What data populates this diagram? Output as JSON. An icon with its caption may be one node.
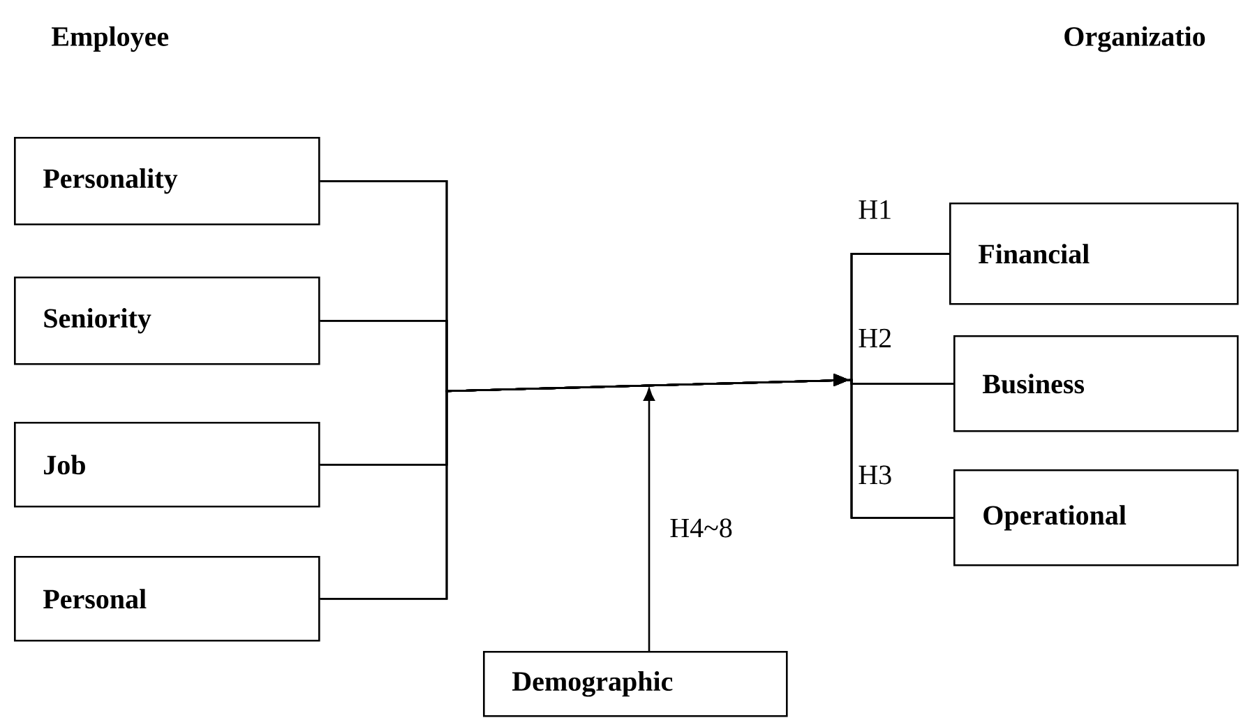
{
  "diagram": {
    "nodes": [
      {
        "text": [
          "Personality"
        ]
      },
      {
        "text": [
          "Seniority"
        ]
      },
      {
        "text": [
          "Job"
        ]
      },
      {
        "text": [
          "Personal"
        ]
      },
      {
        "text": [
          "Financial"
        ]
      },
      {
        "text": [
          "Business"
        ]
      },
      {
        "text": [
          "Operational"
        ]
      },
      {
        "text": [
          "Demographic"
        ]
      }
    ],
    "edges": [
      {
        "from": 0,
        "to": 4,
        "arrow": "to"
      },
      {
        "from": 0,
        "to": 5,
        "arrow": "to"
      },
      {
        "from": 0,
        "to": 6,
        "arrow": "to"
      },
      {
        "from": 1,
        "to": 4,
        "arrow": "to"
      },
      {
        "from": 1,
        "to": 5,
        "arrow": "to"
      },
      {
        "from": 1,
        "to": 6,
        "arrow": "to"
      },
      {
        "from": 2,
        "to": 4,
        "arrow": "to"
      },
      {
        "from": 2,
        "to": 5,
        "arrow": "to"
      },
      {
        "from": 2,
        "to": 6,
        "arrow": "to"
      },
      {
        "from": 3,
        "to": 4,
        "arrow": "to"
      },
      {
        "from": 3,
        "to": 5,
        "arrow": "to"
      },
      {
        "from": 3,
        "to": 6,
        "arrow": "to"
      },
      {
        "from": 7,
        "to": null,
        "arrow": "to",
        "label": "H4~8"
      }
    ],
    "labels": [
      "Employee",
      "Organizatio",
      "H1",
      "H2",
      "H3"
    ]
  }
}
